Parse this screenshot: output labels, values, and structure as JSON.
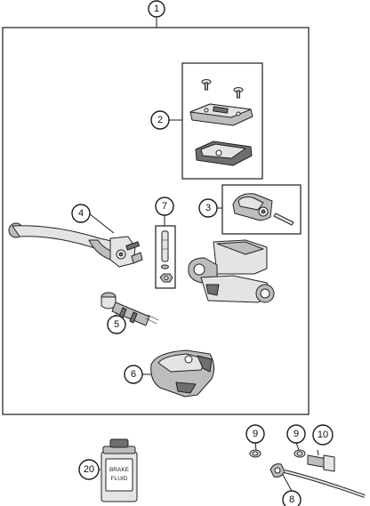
{
  "callouts": {
    "c1": "1",
    "c2": "2",
    "c3": "3",
    "c4": "4",
    "c5": "5",
    "c6": "6",
    "c7": "7",
    "c8": "8",
    "c9a": "9",
    "c9b": "9",
    "c10": "10",
    "c20": "20"
  },
  "fluid_bottle": {
    "line1": "BRAKE",
    "line2": "FLUID"
  }
}
